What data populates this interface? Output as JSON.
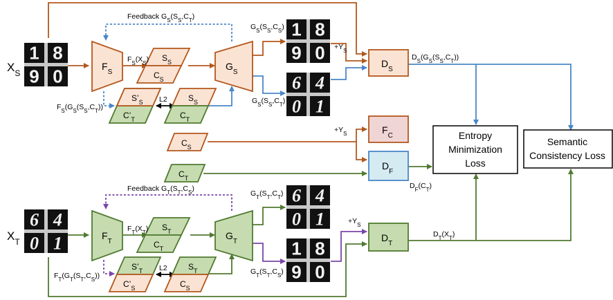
{
  "colors": {
    "source_flow": "#b3571d",
    "target_flow": "#507a30",
    "blue_flow": "#4a86c8",
    "purple_flow": "#7a45a8",
    "source_fill": "#fbe3d3",
    "target_fill": "#c6dcb0",
    "fc_fill": "#f0d5d5",
    "df_fill": "#d4ebf2",
    "box_stroke": "#000000"
  },
  "inputs": {
    "source": {
      "label": "X",
      "sub": "S"
    },
    "target": {
      "label": "X",
      "sub": "T"
    }
  },
  "source_branch": {
    "encoder": {
      "label": "F",
      "sub": "S"
    },
    "generator": {
      "label": "G",
      "sub": "S"
    },
    "enc_out": {
      "main": "F",
      "sub": "S",
      "arg": "(X",
      "arg_sub": "S",
      "close": ")"
    },
    "latent_s": {
      "label": "S",
      "sub": "S"
    },
    "latent_c": {
      "label": "C",
      "sub": "S"
    },
    "feedback": {
      "main": "Feedback G",
      "sub": "S",
      "arg": "(S",
      "arg_sub": "S",
      "mid": ",C",
      "mid_sub": "T",
      "close": ")"
    },
    "recon_s": {
      "label": "S’",
      "sub": "S"
    },
    "recon_c": {
      "label": "C’",
      "sub": "T"
    },
    "recon_label": {
      "main": "F",
      "sub": "S",
      "a": "(G",
      "a_sub": "S",
      "b": "(S",
      "b_sub": "S",
      "c": ",C",
      "c_sub": "T",
      "close": "))"
    },
    "swap_s": {
      "label": "S",
      "sub": "S"
    },
    "swap_c": {
      "label": "C",
      "sub": "T"
    },
    "l2": "L2",
    "gen_same": {
      "main": "G",
      "sub": "S",
      "a": "(S",
      "a_sub": "S",
      "b": ",C",
      "b_sub": "S",
      "close": ")"
    },
    "gen_cross": {
      "main": "G",
      "sub": "S",
      "a": "(S",
      "a_sub": "S",
      "b": ",C",
      "b_sub": "T",
      "close": ")"
    },
    "plus_y": {
      "main": "+Y",
      "sub": "S"
    },
    "disc": {
      "label": "D",
      "sub": "S"
    },
    "disc_out": {
      "main": "D",
      "sub": "S",
      "a": "(G",
      "a_sub": "S",
      "b": "(S",
      "b_sub": "S",
      "c": ",C",
      "c_sub": "T",
      "close": "))"
    }
  },
  "middle": {
    "cs_input": {
      "label": "C",
      "sub": "S"
    },
    "ct_input": {
      "label": "C",
      "sub": "T"
    },
    "plus_y": {
      "main": "+Y",
      "sub": "S"
    },
    "classifier": {
      "label": "F",
      "sub": "C"
    },
    "domain_disc": {
      "label": "D",
      "sub": "F"
    },
    "df_out": {
      "main": "D",
      "sub": "F",
      "arg": "(C",
      "arg_sub": "T",
      "close": ")"
    },
    "entropy_loss": [
      "Entropy",
      "Minimization",
      "Loss"
    ],
    "semantic_loss": [
      "Semantic",
      "Consistency Loss"
    ]
  },
  "target_branch": {
    "encoder": {
      "label": "F",
      "sub": "T"
    },
    "generator": {
      "label": "G",
      "sub": "T"
    },
    "enc_out": {
      "main": "F",
      "sub": "T",
      "arg": "(X",
      "arg_sub": "T",
      "close": ")"
    },
    "latent_s": {
      "label": "S",
      "sub": "T"
    },
    "latent_c": {
      "label": "C",
      "sub": "T"
    },
    "feedback": {
      "main": "Feedback G",
      "sub": "T",
      "arg": "(S",
      "arg_sub": "T",
      "mid": ",C",
      "mid_sub": "S",
      "close": ")"
    },
    "recon_s": {
      "label": "S’",
      "sub": "T"
    },
    "recon_c": {
      "label": "C’",
      "sub": "S"
    },
    "recon_label": {
      "main": "F",
      "sub": "T",
      "a": "(G",
      "a_sub": "T",
      "b": "(S",
      "b_sub": "T",
      "c": ",C",
      "c_sub": "S",
      "close": "))"
    },
    "swap_s": {
      "label": "S",
      "sub": "T"
    },
    "swap_c": {
      "label": "C",
      "sub": "S"
    },
    "l2": "L2",
    "gen_same": {
      "main": "G",
      "sub": "T",
      "a": "(S",
      "a_sub": "T",
      "b": ",C",
      "b_sub": "T",
      "close": ")"
    },
    "gen_cross": {
      "main": "G",
      "sub": "T",
      "a": "(S",
      "a_sub": "T",
      "b": ",C",
      "b_sub": "S",
      "close": ")"
    },
    "plus_y": {
      "main": "+Y",
      "sub": "S"
    },
    "disc": {
      "label": "D",
      "sub": "T"
    },
    "disc_out": {
      "main": "D",
      "sub": "T",
      "arg": "(X",
      "arg_sub": "T",
      "close": ")"
    }
  },
  "digit_images": {
    "source_input": [
      "1",
      "8",
      "9",
      "0"
    ],
    "source_gen_same": [
      "1",
      "8",
      "9",
      "0"
    ],
    "source_gen_cross": [
      "6",
      "4",
      "0",
      "1"
    ],
    "target_input": [
      "6",
      "4",
      "0",
      "1"
    ],
    "target_gen_same": [
      "6",
      "4",
      "0",
      "1"
    ],
    "target_gen_cross": [
      "1",
      "8",
      "9",
      "0"
    ]
  }
}
